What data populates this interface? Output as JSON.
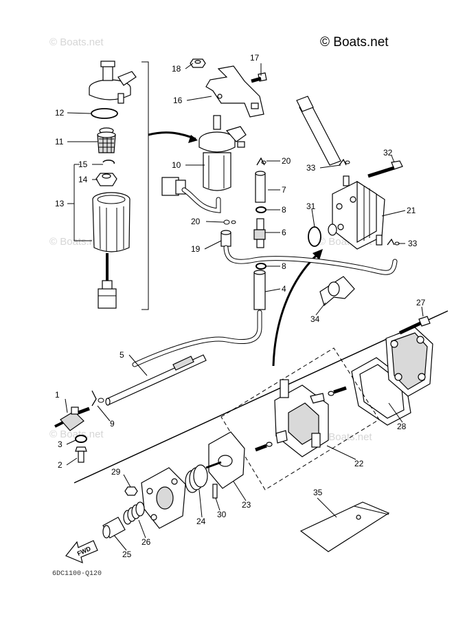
{
  "watermarks": {
    "top_right": "© Boats.net",
    "faint": "© Boats.net"
  },
  "diagram_code": "6DC1100-Q120",
  "fwd_label": "FWD",
  "callouts": [
    "1",
    "2",
    "3",
    "4",
    "5",
    "6",
    "7",
    "8",
    "8",
    "9",
    "10",
    "11",
    "12",
    "13",
    "14",
    "15",
    "16",
    "17",
    "18",
    "19",
    "20",
    "20",
    "21",
    "22",
    "23",
    "24",
    "25",
    "26",
    "27",
    "28",
    "29",
    "30",
    "31",
    "32",
    "33",
    "33",
    "34",
    "35"
  ]
}
